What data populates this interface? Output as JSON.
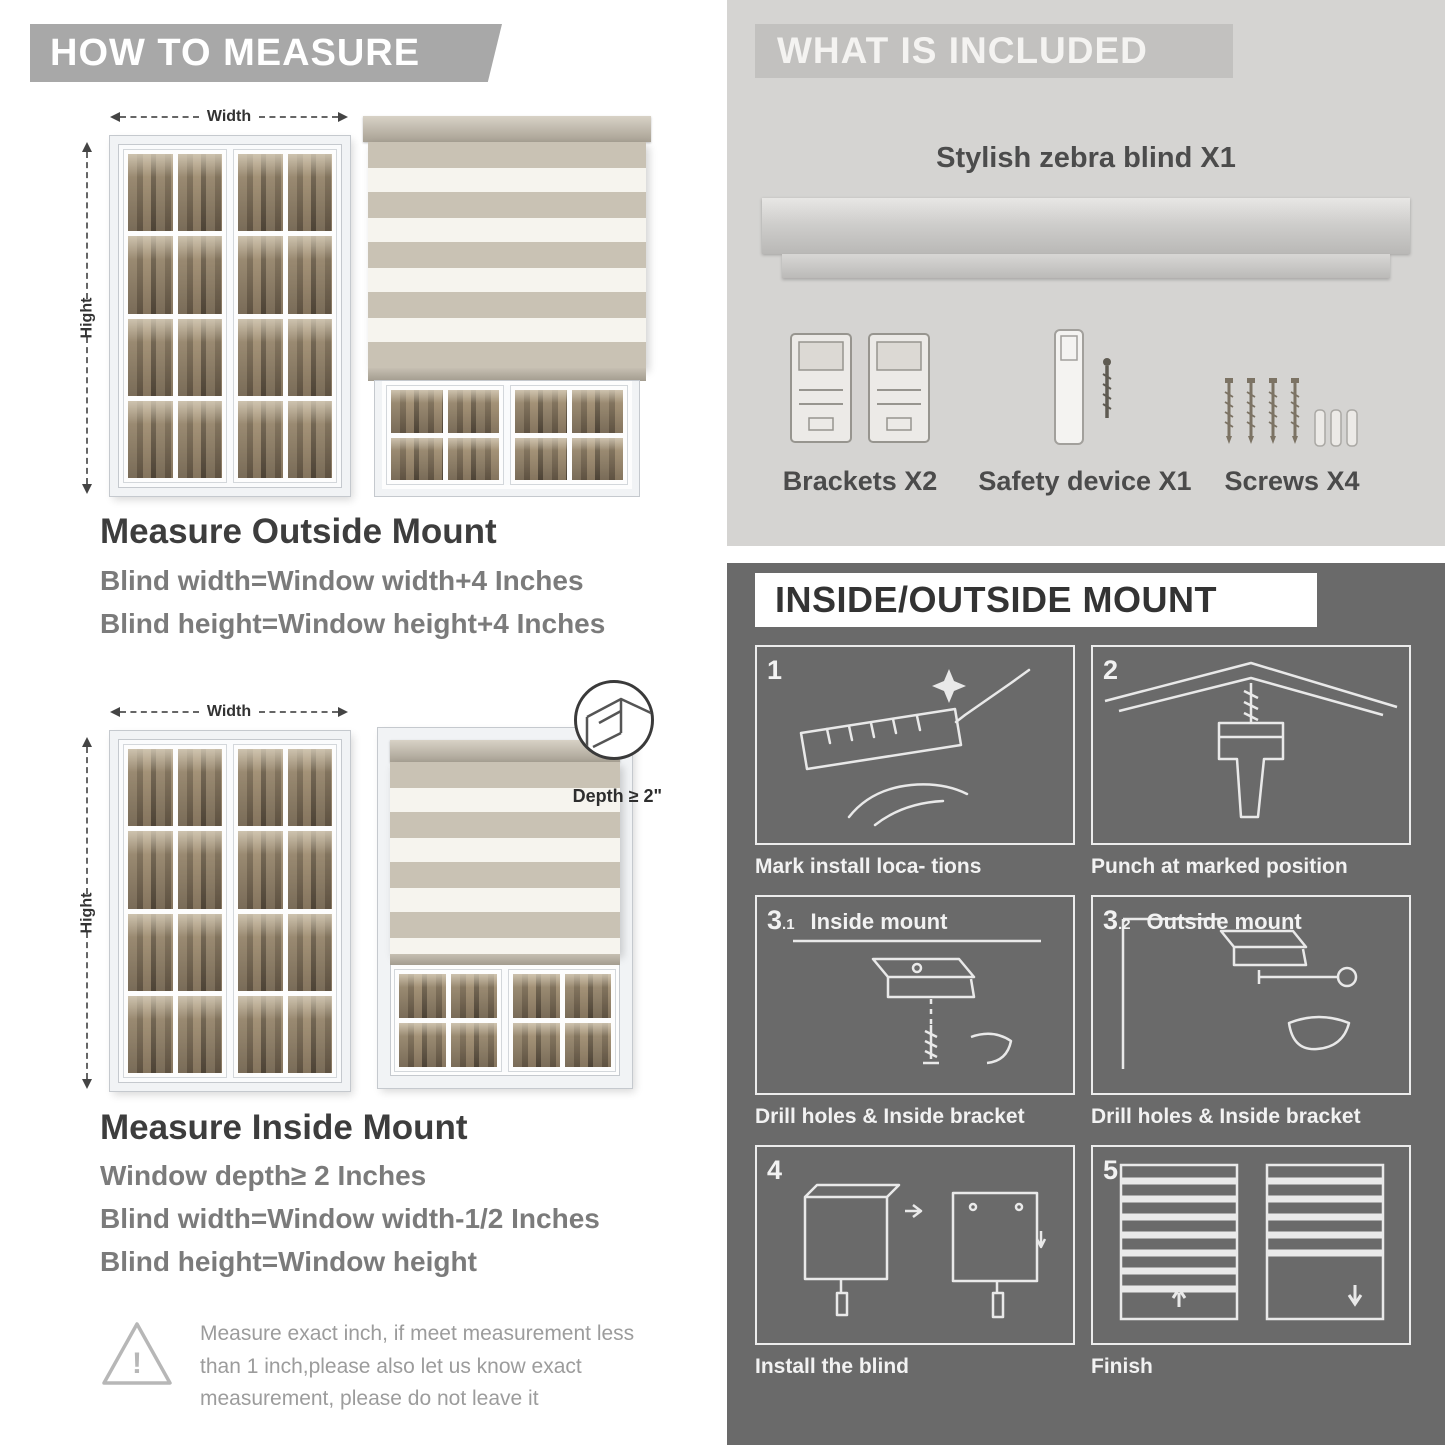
{
  "how_to_measure": {
    "header": "HOW TO MEASURE",
    "outside": {
      "width_label": "Width",
      "height_label": "Hight",
      "title": "Measure Outside Mount",
      "lines": [
        "Blind width=Window width+4 Inches",
        "Blind height=Window height+4 Inches"
      ]
    },
    "inside": {
      "width_label": "Width",
      "height_label": "Hight",
      "depth_label": "Depth ≥ 2\"",
      "title": "Measure Inside Mount",
      "lines": [
        "Window depth≥ 2 Inches",
        "Blind width=Window width-1/2 Inches",
        "Blind height=Window height"
      ]
    },
    "warning": {
      "icon": "warning-triangle-icon",
      "glyph": "!",
      "text": "Measure exact inch, if meet measurement less than 1 inch,please also let us know exact measurement, please do not leave it"
    }
  },
  "included": {
    "header": "WHAT IS INCLUDED",
    "blind_label": "Stylish zebra blind X1",
    "items": [
      {
        "icon": "bracket-icon",
        "label": "Brackets X2"
      },
      {
        "icon": "safety-device-icon",
        "label": "Safety device X1"
      },
      {
        "icon": "screws-icon",
        "label": "Screws X4"
      }
    ]
  },
  "mount_guide": {
    "header": "INSIDE/OUTSIDE MOUNT",
    "steps": [
      {
        "num": "1",
        "sub": "",
        "title": "",
        "icon": "measure-mark-icon",
        "caption": "Mark install loca- tions"
      },
      {
        "num": "2",
        "sub": "",
        "title": "",
        "icon": "drill-icon",
        "caption": "Punch at  marked position"
      },
      {
        "num": "3",
        "sub": ".1",
        "title": "Inside mount",
        "icon": "inside-bracket-icon",
        "caption": "Drill holes &  Inside bracket"
      },
      {
        "num": "3",
        "sub": ".2",
        "title": "Outside mount",
        "icon": "outside-bracket-icon",
        "caption": "Drill holes &  Inside bracket"
      },
      {
        "num": "4",
        "sub": "",
        "title": "",
        "icon": "install-blind-icon",
        "caption": "Install the blind"
      },
      {
        "num": "5",
        "sub": "",
        "title": "",
        "icon": "finished-blind-icon",
        "caption": "Finish"
      }
    ]
  },
  "colors": {
    "left_banner": "#a8a8a8",
    "included_bg": "#d5d4d2",
    "included_banner": "#c2c1bf",
    "mount_bg": "#6a6a6a",
    "heading_text": "#3d3d3d",
    "sub_text": "#7b7b7b"
  }
}
